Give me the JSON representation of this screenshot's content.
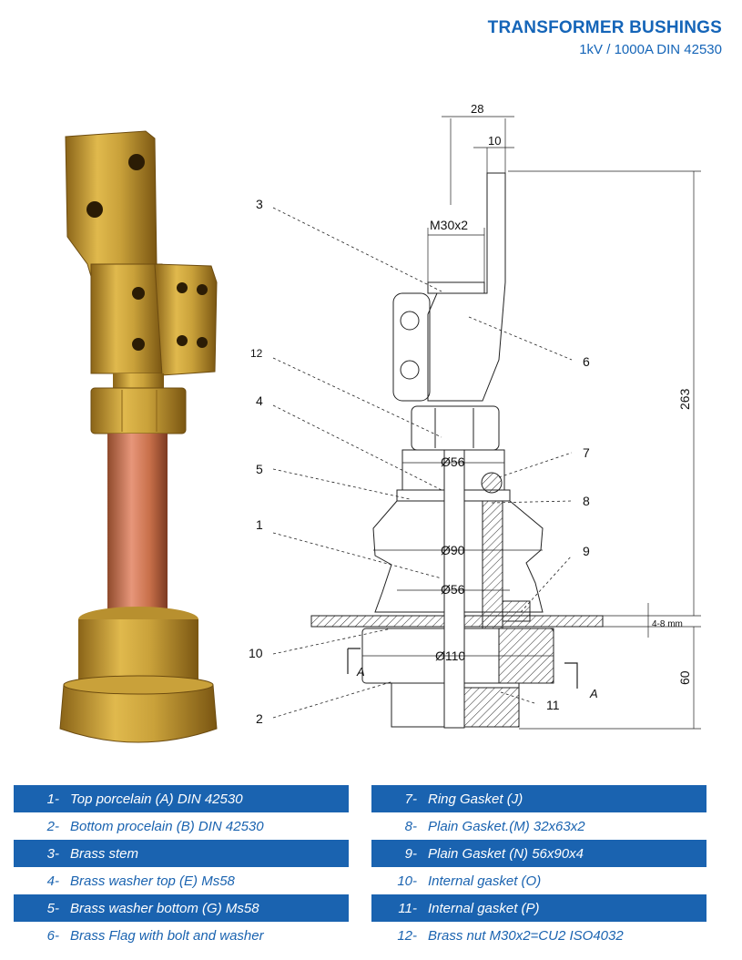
{
  "header": {
    "title": "TRANSFORMER BUSHINGS",
    "subtitle": "1kV / 1000A DIN 42530"
  },
  "drawing": {
    "dims": {
      "d28": "28",
      "d10": "10",
      "thread": "M30x2",
      "d263": "263",
      "d56_top": "Ø56",
      "d90": "Ø90",
      "d56_mid": "Ø56",
      "d110": "Ø110",
      "gap": "4-8 mm",
      "d60": "60",
      "section_a1": "A",
      "section_a2": "A"
    },
    "callouts": {
      "c1": "1",
      "c2": "2",
      "c3": "3",
      "c4": "4",
      "c5": "5",
      "c6": "6",
      "c7": "7",
      "c8": "8",
      "c9": "9",
      "c10": "10",
      "c11": "11",
      "c12": "12"
    }
  },
  "legend": {
    "left": [
      {
        "num": "1-",
        "text": "Top porcelain (A) DIN 42530"
      },
      {
        "num": "2-",
        "text": "Bottom procelain (B) DIN 42530"
      },
      {
        "num": "3-",
        "text": "Brass stem"
      },
      {
        "num": "4-",
        "text": "Brass washer top (E) Ms58"
      },
      {
        "num": "5-",
        "text": "Brass washer bottom (G) Ms58"
      },
      {
        "num": "6-",
        "text": "Brass Flag with bolt and washer"
      }
    ],
    "right": [
      {
        "num": "7-",
        "text": "Ring Gasket (J)"
      },
      {
        "num": "8-",
        "text": "Plain Gasket.(M) 32x63x2"
      },
      {
        "num": "9-",
        "text": "Plain Gasket (N) 56x90x4"
      },
      {
        "num": "10-",
        "text": "Internal gasket (O)"
      },
      {
        "num": "11-",
        "text": "Internal gasket (P)"
      },
      {
        "num": "12-",
        "text": "Brass nut M30x2=CU2 ISO4032"
      }
    ]
  },
  "colors": {
    "brand_blue": "#1565b8",
    "brass": "#c9a13a",
    "copper": "#c8704a"
  }
}
